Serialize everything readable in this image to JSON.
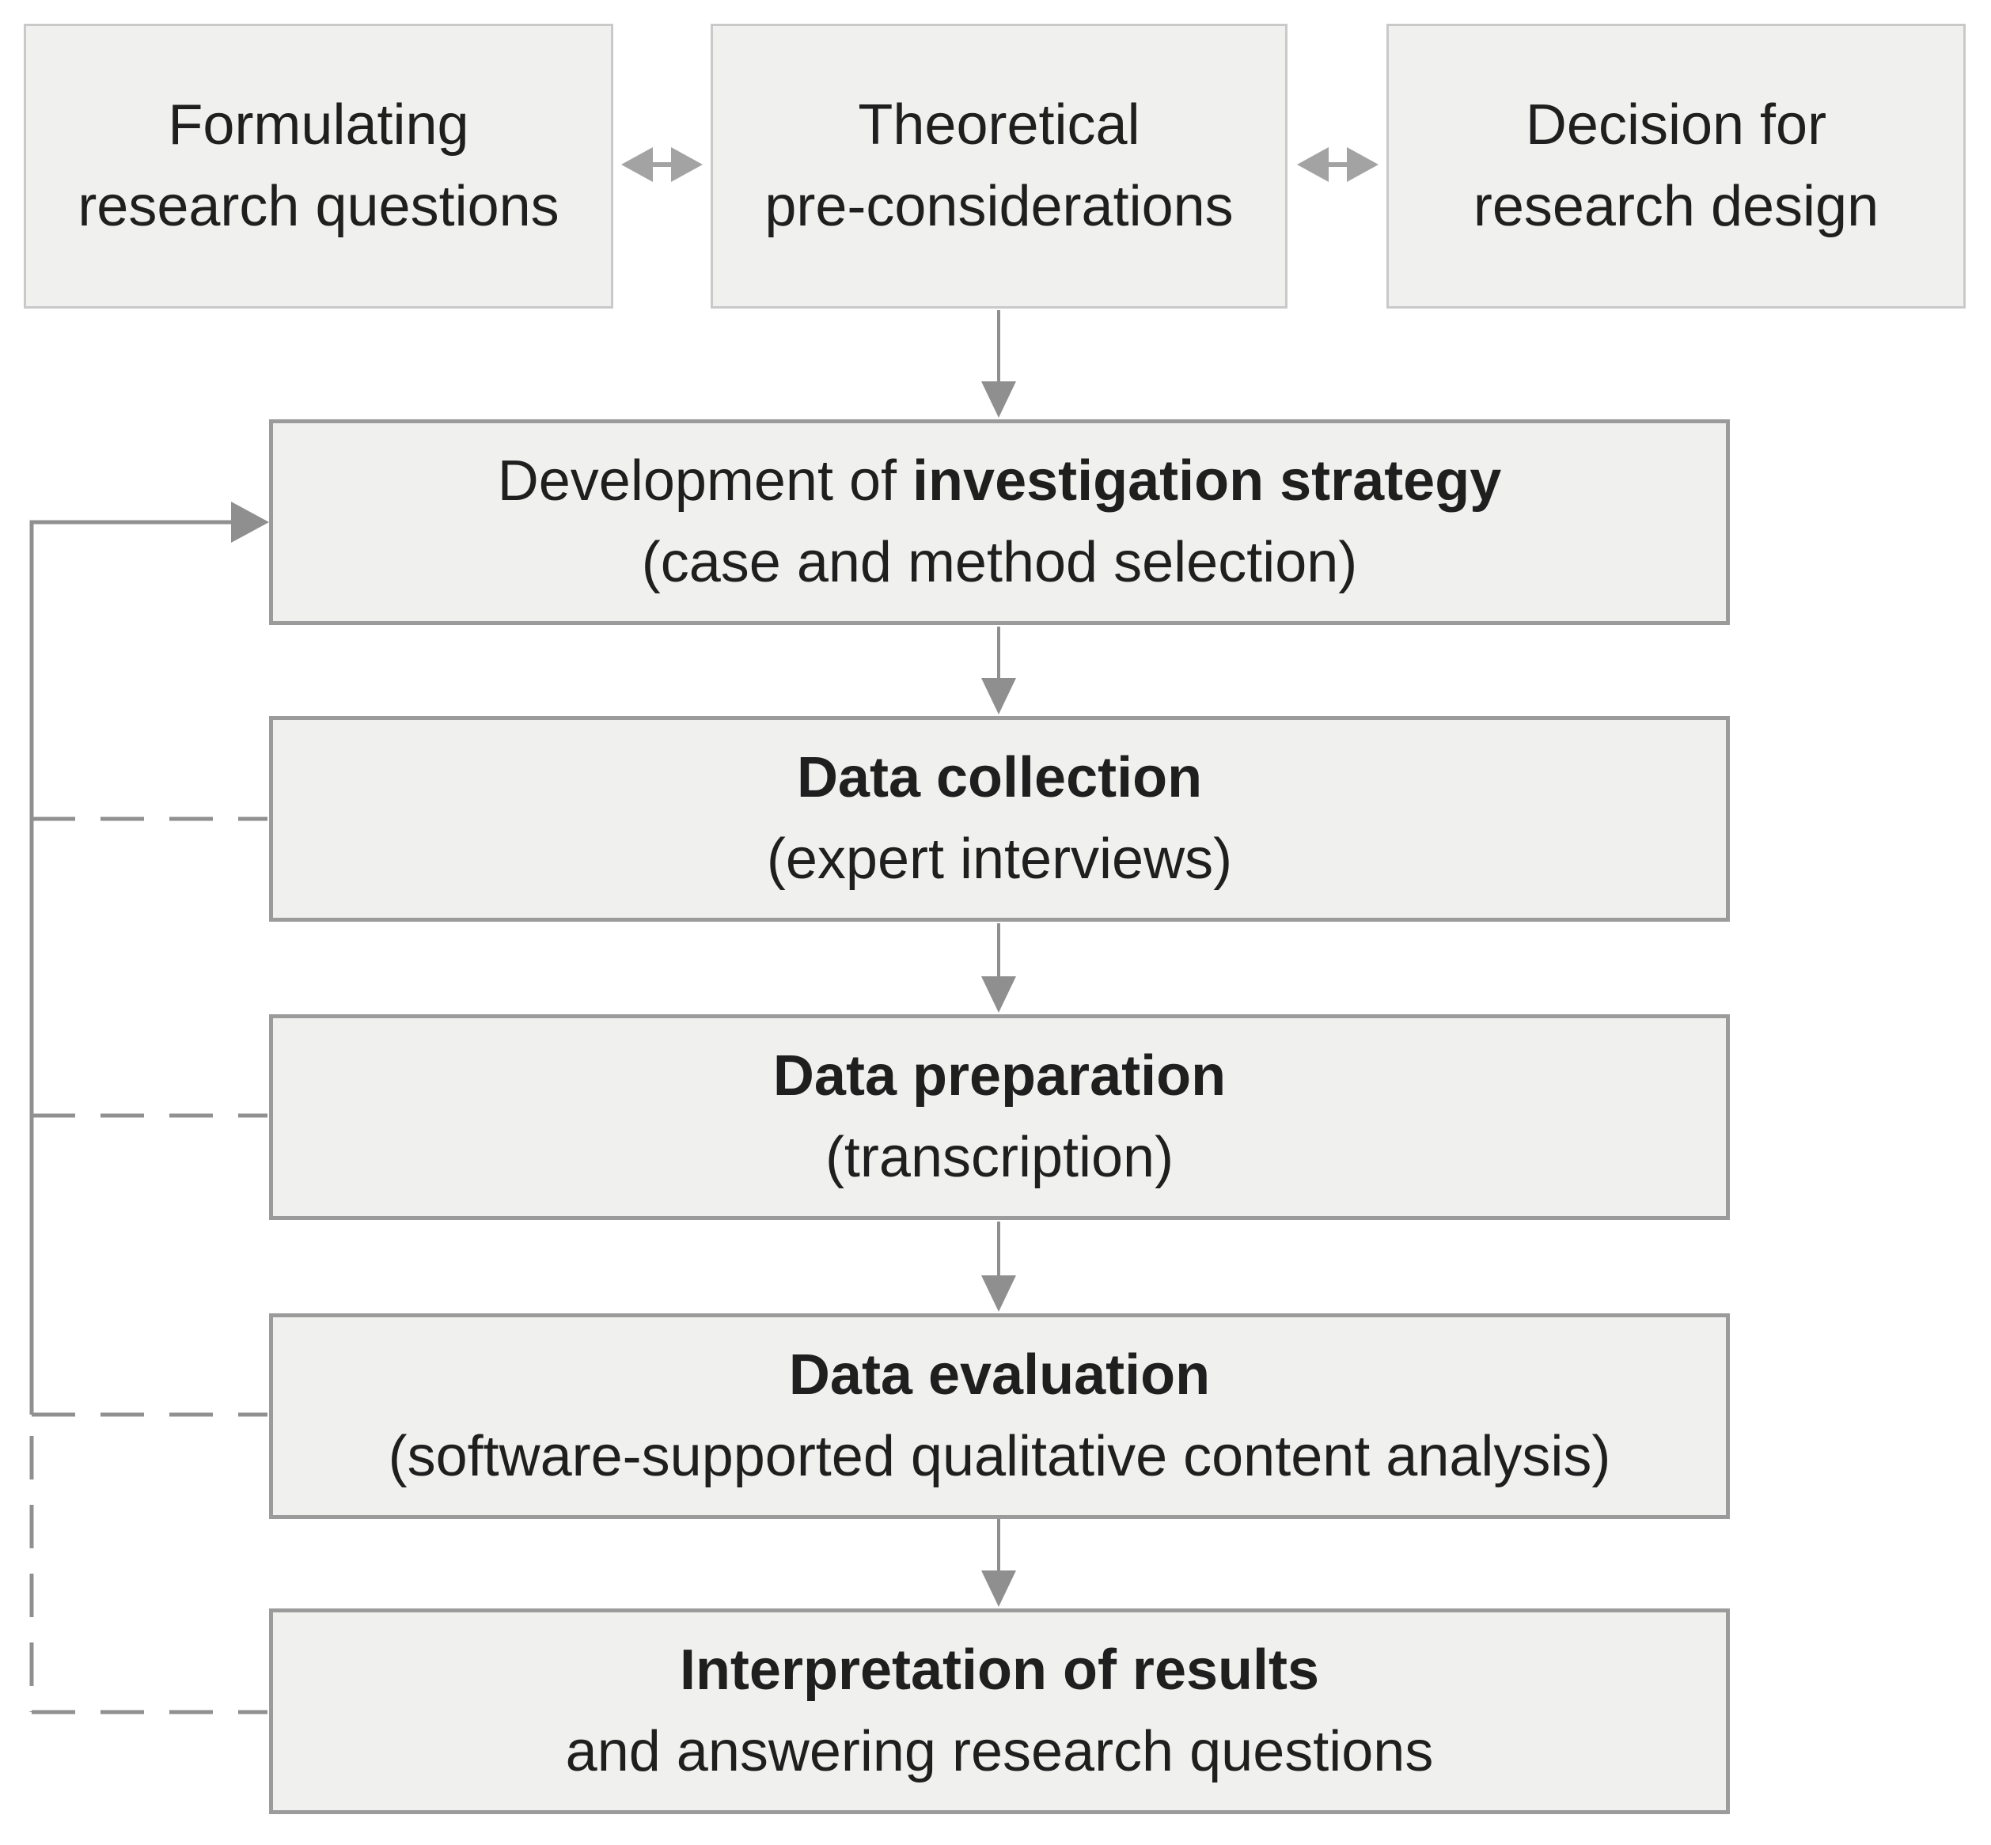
{
  "title": "Qualitative research process flow diagram",
  "colors": {
    "box_fill": "#f0f0ef",
    "top_box_border": "#c9c9c9",
    "stage_box_border": "#9b9b9b",
    "connector": "#909090",
    "double_arrow": "#a3a3a3",
    "text": "#1f1f1f"
  },
  "top_row": [
    {
      "lines": [
        "Formulating",
        "research questions"
      ]
    },
    {
      "lines": [
        "Theoretical",
        "pre-considerations"
      ]
    },
    {
      "lines": [
        "Decision for",
        "research design"
      ]
    }
  ],
  "stages": [
    {
      "title_prefix": "Development of ",
      "title_bold": "investigation strategy",
      "subtitle": "(case and method selection)"
    },
    {
      "title_prefix": "",
      "title_bold": "Data collection",
      "subtitle": "(expert interviews)"
    },
    {
      "title_prefix": "",
      "title_bold": "Data preparation",
      "subtitle": "(transcription)"
    },
    {
      "title_prefix": "",
      "title_bold": "Data evaluation",
      "subtitle": "(software-supported qualitative content analysis)"
    },
    {
      "title_prefix": "",
      "title_bold": "Interpretation of results",
      "subtitle": "and answering research questions"
    }
  ]
}
